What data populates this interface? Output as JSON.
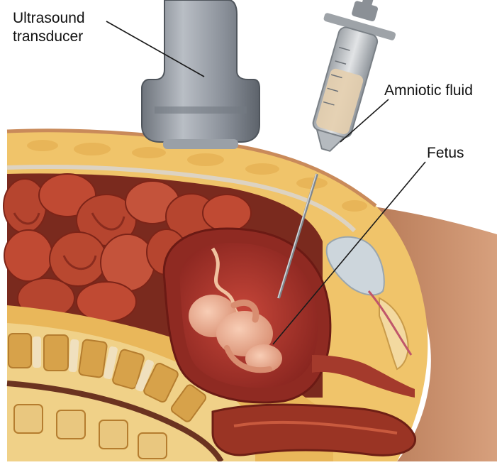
{
  "labels": {
    "transducer_line1": "Ultrasound",
    "transducer_line2": "transducer",
    "amniotic_fluid": "Amniotic fluid",
    "fetus": "Fetus"
  },
  "colors": {
    "skin_fat": "#f0c46a",
    "fat_dark": "#d79b3c",
    "intestine": "#b6452f",
    "uterus": "#8f2a22",
    "amniotic_sac": "#a4322a",
    "fetus": "#f2b49a",
    "outer_skin": "#c98a66",
    "spine_bone": "#f0e2c4",
    "transducer_metal": "#8a9099",
    "syringe_glass": "#c9ccce",
    "syringe_fluid": "#e6cfae"
  }
}
